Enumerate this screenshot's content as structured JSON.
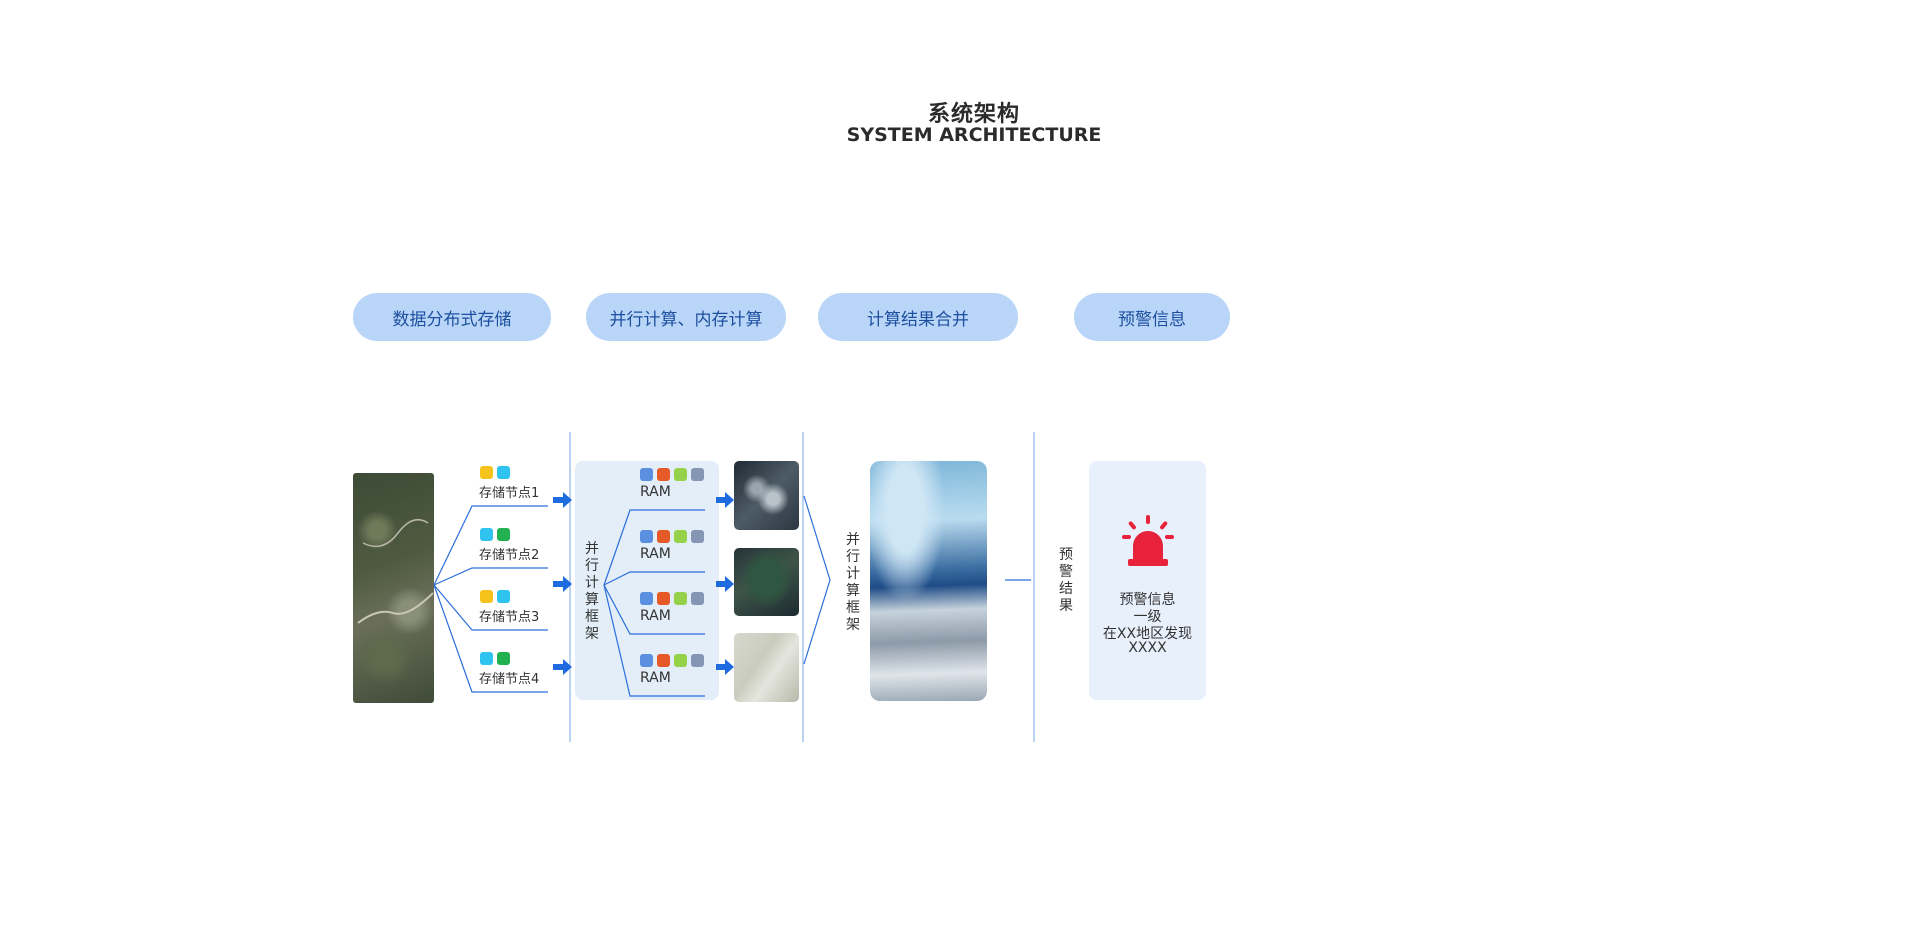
{
  "title": {
    "zh": "系统架构",
    "en": "SYSTEM ARCHITECTURE"
  },
  "stages": [
    {
      "label": "数据分布式存储"
    },
    {
      "label": "并行计算、内存计算"
    },
    {
      "label": "计算结果合并"
    },
    {
      "label": "预警信息"
    }
  ],
  "storage_nodes": [
    {
      "label": "存储节点1",
      "colors": [
        "#f6c21c",
        "#2fc3f0"
      ]
    },
    {
      "label": "存储节点2",
      "colors": [
        "#2fc3f0",
        "#22b150"
      ]
    },
    {
      "label": "存储节点3",
      "colors": [
        "#f6c21c",
        "#2fc3f0"
      ]
    },
    {
      "label": "存储节点4",
      "colors": [
        "#2fc3f0",
        "#22b150"
      ]
    }
  ],
  "compute": {
    "framework_label": "并行计算框架",
    "ram_label": "RAM",
    "ram_colors": [
      "#5b8fe0",
      "#e65a28",
      "#95d24a",
      "#8496b4"
    ],
    "ram_count": 4
  },
  "merge": {
    "framework_label": "并行计算框架"
  },
  "result_label": "预警结果",
  "warning": {
    "icon": "siren-icon",
    "title": "预警信息",
    "level": "一级",
    "message": "在XX地区发现",
    "detail": "XXXX"
  },
  "colors": {
    "line": "#2a6fdb",
    "arrow": "#1e6be0",
    "pill_bg": "#b9d6f9",
    "pill_text": "#1d4f9e",
    "siren": "#e8223a"
  }
}
